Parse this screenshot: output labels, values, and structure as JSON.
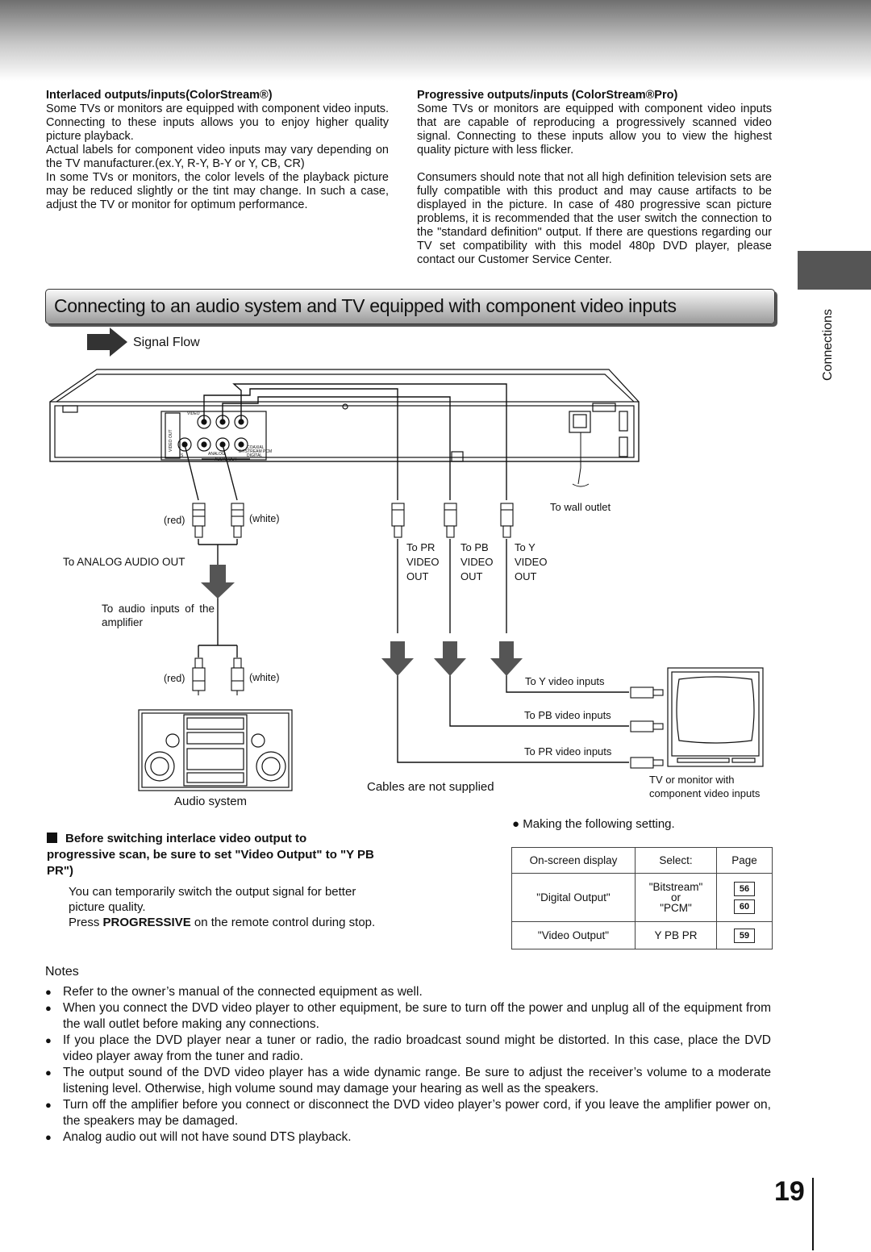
{
  "left_section": {
    "heading": "Interlaced outputs/inputs(ColorStream®)",
    "p1": "Some TVs or monitors are equipped with component video inputs. Connecting to these inputs allows you to enjoy higher quality picture playback.",
    "p2": "Actual labels for component video inputs may vary depending on the TV manufacturer.(ex.Y, R-Y, B-Y or Y, CB, CR)",
    "p3": "In some TVs or monitors, the color levels of the playback picture may be reduced slightly or the tint may change. In such a case, adjust the TV or monitor for optimum performance."
  },
  "right_section": {
    "heading": "Progressive outputs/inputs (ColorStream®Pro)",
    "p1": "Some TVs or monitors are equipped with component video inputs that are capable of reproducing a progressively scanned video signal. Connecting to these inputs allow you to view the highest quality picture with less flicker.",
    "p2": "Consumers should note that not all high definition television sets are fully compatible with this product and may cause artifacts to be displayed in the picture. In case of 480 progressive scan picture problems, it is recommended that the user switch the connection to the \"standard definition\" output. If there are questions regarding our TV set compatibility with this model 480p DVD player, please contact our Customer Service Center."
  },
  "side_tab": {
    "label": "Connections"
  },
  "banner": {
    "title": "Connecting to an audio system and TV equipped with component video inputs"
  },
  "diagram": {
    "signal_flow": "Signal Flow",
    "red_top": "(red)",
    "white_top": "(white)",
    "to_analog": "To ANALOG AUDIO OUT",
    "to_audio_inputs": "To audio inputs of the amplifier",
    "red_bottom": "(red)",
    "white_bottom": "(white)",
    "audio_system": "Audio system",
    "to_wall": "To wall outlet",
    "to_pr_out": [
      "To PR",
      "VIDEO",
      "OUT"
    ],
    "to_pb_out": [
      "To PB",
      "VIDEO",
      "OUT"
    ],
    "to_y_out": [
      "To Y",
      "VIDEO",
      "OUT"
    ],
    "to_y_in": "To Y video inputs",
    "to_pb_in": "To PB video inputs",
    "to_pr_in": "To PR video inputs",
    "cables": "Cables are not supplied",
    "tv_label": "TV or monitor with component video inputs",
    "panel_labels": {
      "video": "VIDEO",
      "video_out": "VIDEO OUT",
      "s": "S",
      "analog": "ANALOG",
      "audio_out": "AUDIO OUT",
      "coaxial": "COAXIAL",
      "bitstream": "BITSTREAM PCM",
      "digital": "DIGITAL"
    }
  },
  "switch_section": {
    "heading": "Before switching interlace video output to progressive scan, be sure to set \"Video Output\" to \"Y PB PR\")",
    "line1": "You can temporarily switch the output signal for better picture quality.",
    "line2_pre": "Press ",
    "line2_bold": "PROGRESSIVE",
    "line2_post": " on the remote control during stop."
  },
  "setting": {
    "intro": "Making the following setting.",
    "headers": [
      "On-screen display",
      "Select:",
      "Page"
    ],
    "rows": [
      {
        "display": "\"Digital Output\"",
        "select": [
          "\"Bitstream\"",
          "or",
          "\"PCM\""
        ],
        "pages": [
          "56",
          "60"
        ]
      },
      {
        "display": "\"Video Output\"",
        "select": [
          "Y PB PR"
        ],
        "pages": [
          "59"
        ]
      }
    ]
  },
  "notes": {
    "title": "Notes",
    "items": [
      "Refer to the owner’s manual of the connected equipment as well.",
      "When you connect the DVD video player to other equipment, be sure to turn off the power and unplug all of the equipment from the wall outlet before making any connections.",
      "If you place the DVD player near a tuner or radio, the radio broadcast sound might be distorted. In this case, place the DVD video player away from the tuner and radio.",
      "The output sound of the DVD video player has a wide dynamic range. Be sure to adjust the receiver’s volume to a moderate listening level. Otherwise, high volume sound may damage your hearing as well as the speakers.",
      "Turn off the amplifier before you connect or disconnect the DVD video player’s power cord, if you leave the amplifier power on, the speakers may be damaged.",
      "Analog audio out will not have sound DTS playback."
    ]
  },
  "page_number": "19"
}
